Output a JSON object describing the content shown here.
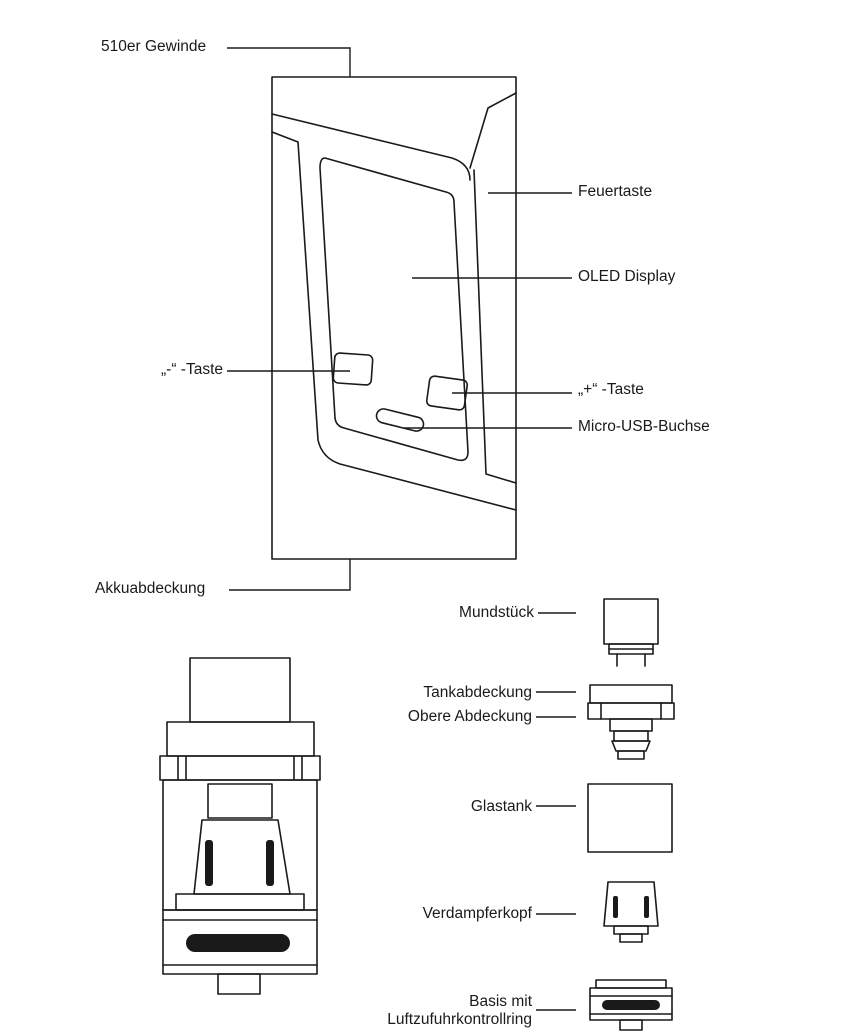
{
  "labels": {
    "thread": "510er Gewinde",
    "fire_button": "Feuertaste",
    "oled_display": "OLED Display",
    "minus_button": "„-“ -Taste",
    "plus_button": "„+“ -Taste",
    "micro_usb": "Micro-USB-Buchse",
    "battery_cover": "Akkuabdeckung",
    "mouthpiece": "Mundstück",
    "tank_cover": "Tankabdeckung",
    "top_cover": "Obere Abdeckung",
    "glass_tank": "Glastank",
    "coil_head": "Verdampferkopf",
    "base_line1": "Basis mit",
    "base_line2": "Luftzufuhrkontrollring"
  }
}
